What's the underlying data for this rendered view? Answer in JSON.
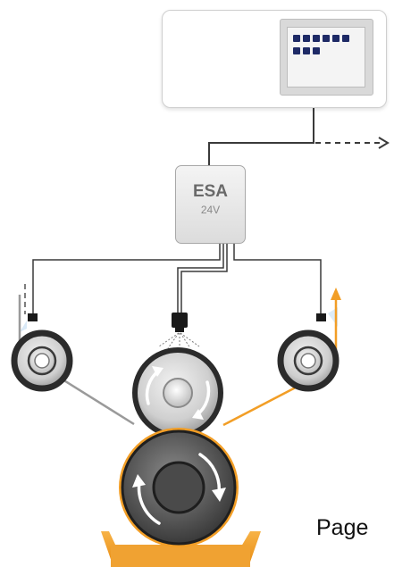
{
  "control_unit": {
    "label": "ESA",
    "voltage": "24V"
  },
  "footer": {
    "text": "Page"
  },
  "colors": {
    "accent_orange": "#F29E26",
    "roller_dark": "#2b2b2b",
    "cable": "#3a3a3a",
    "web_gray": "#9a9a9a"
  },
  "icons": [
    "monitor-icon",
    "nozzle-icon",
    "rotation-arrow-icon",
    "dashed-arrow-icon"
  ]
}
